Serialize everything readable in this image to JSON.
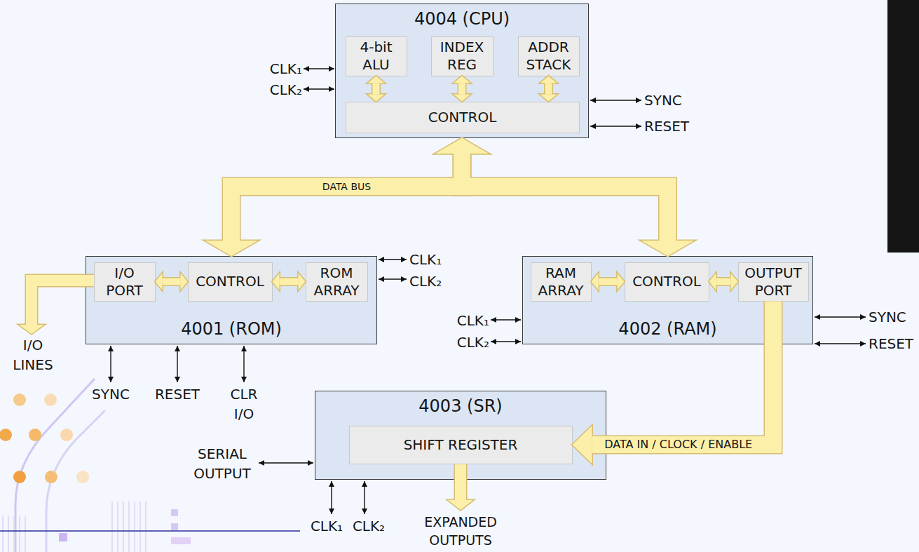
{
  "diagram": {
    "nodes": [
      {
        "text": [
          "4004 (CPU)"
        ]
      },
      {
        "text": [
          "4-bit ALU"
        ],
        "in": 0
      },
      {
        "text": [
          "INDEX REG"
        ],
        "in": 0
      },
      {
        "text": [
          "ADDR STACK"
        ],
        "in": 0
      },
      {
        "text": [
          "CONTROL"
        ],
        "in": 0
      },
      {
        "text": [
          "4001 (ROM)"
        ]
      },
      {
        "text": [
          "I/O PORT"
        ],
        "in": 5
      },
      {
        "text": [
          "CONTROL"
        ],
        "in": 5
      },
      {
        "text": [
          "ROM ARRAY"
        ],
        "in": 5
      },
      {
        "text": [
          "4002 (RAM)"
        ]
      },
      {
        "text": [
          "RAM ARRAY"
        ],
        "in": 9
      },
      {
        "text": [
          "CONTROL"
        ],
        "in": 9
      },
      {
        "text": [
          "OUTPUT PORT"
        ],
        "in": 9
      },
      {
        "text": [
          "4003 (SR)"
        ]
      },
      {
        "text": [
          "SHIFT REGISTER"
        ],
        "in": 13
      }
    ],
    "edges": [
      {
        "from": 1,
        "to": 4,
        "arrow": "both"
      },
      {
        "from": 2,
        "to": 4,
        "arrow": "both"
      },
      {
        "from": 3,
        "to": 4,
        "arrow": "both"
      },
      {
        "from": 0,
        "to": 5,
        "label": "DATA BUS",
        "arrow": "both"
      },
      {
        "from": 0,
        "to": 9,
        "arrow": "both"
      },
      {
        "from": 6,
        "to": 7,
        "arrow": "both"
      },
      {
        "from": 7,
        "to": 8,
        "arrow": "both"
      },
      {
        "from": 10,
        "to": 11,
        "arrow": "both"
      },
      {
        "from": 11,
        "to": 12,
        "arrow": "both"
      },
      {
        "from": 12,
        "to": 14,
        "label": "DATA IN / CLOCK / ENABLE",
        "arrow": "to"
      }
    ],
    "labels": [
      "CLK₁",
      "CLK₂",
      "SYNC",
      "RESET",
      "CLK₁",
      "CLK₂",
      "I/O LINES",
      "SYNC",
      "RESET",
      "CLR I/O",
      "CLK₁",
      "CLK₂",
      "SYNC",
      "RESET",
      "SERIAL OUTPUT",
      "CLK₁",
      "CLK₂",
      "EXPANDED OUTPUTS"
    ]
  }
}
